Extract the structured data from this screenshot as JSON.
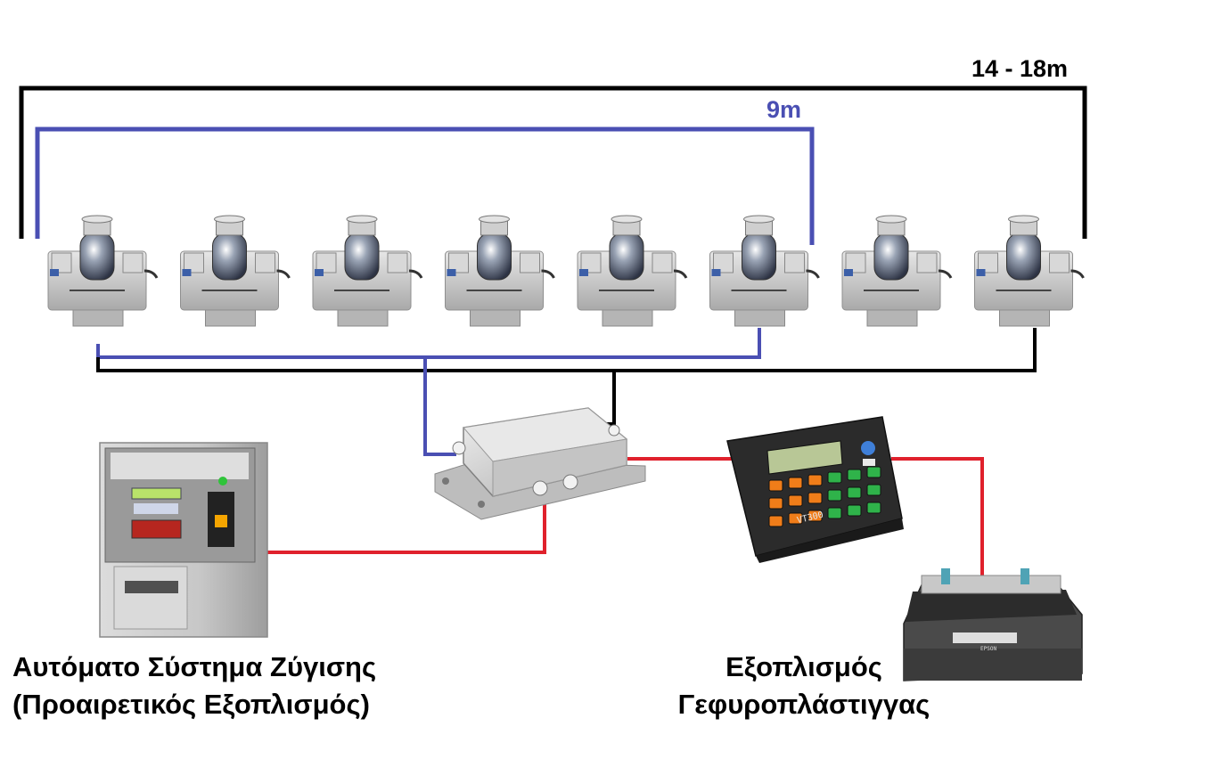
{
  "dimensions": {
    "outer_span": "14 - 18m",
    "inner_span": "9m"
  },
  "captions": {
    "automatic_system_line1": "Αυτόματο Σύστημα Ζύγισης",
    "automatic_system_line2": "(Προαιρετικός Εξοπλισμός)",
    "bridge_equipment_line1": "Εξοπλισμός",
    "bridge_equipment_line2": "Γεφυροπλάστιγγας"
  },
  "device_labels": {
    "indicator_model": "VT300",
    "printer_brand": "EPSON"
  },
  "components": {
    "load_cell_count": 8
  },
  "colors": {
    "wire_black": "#000000",
    "wire_blue": "#4a4fb3",
    "wire_red": "#e0212c",
    "metal": "#c9c9c9"
  }
}
